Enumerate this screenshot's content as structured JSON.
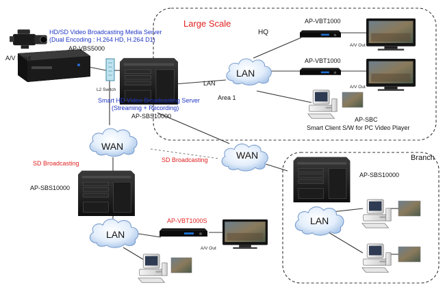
{
  "regions": {
    "large_scale": "Large Scale",
    "hq": "HQ",
    "branch": "Branch"
  },
  "media_server": {
    "title_line1": "HD/SD Video Broadcasting Media Server",
    "title_line2": "(Dual Encoding : H.264 HD, H.264 D1)",
    "model": "AP-VBS5000",
    "av_input": "A/V Input"
  },
  "l2_switch": "L2 Switch",
  "smart_server": {
    "line1": "Smart HD Video Broadcasting Server",
    "line2": "(Streaming + Recording)",
    "model": "AP-SBS10000"
  },
  "hq": {
    "lan_label": "LAN",
    "cloud_label": "LAN",
    "area": "Area 1",
    "vbt_top": "AP-VBT1000",
    "vbt_mid": "AP-VBT1000",
    "av_out_top": "A/V Out",
    "av_out_mid": "A/V Out",
    "sbc_model": "AP-SBC",
    "sbc_desc": "Smart Client S/W for PC Video Player"
  },
  "wan_left": "WAN",
  "wan_center": "WAN",
  "sd_broadcasting_left": "SD Broadcasting",
  "sd_broadcasting_center": "SD Broadcasting",
  "left_site": {
    "model": "AP-SBS10000",
    "cloud_label": "LAN",
    "vbt_model": "AP-VBT1000S",
    "av_out": "A/V Out"
  },
  "branch_site": {
    "model": "AP-SBS10000",
    "cloud_label": "LAN"
  },
  "colors": {
    "blue_text": "#1f35c4",
    "red_text": "#e02020",
    "dash_border": "#333333"
  }
}
